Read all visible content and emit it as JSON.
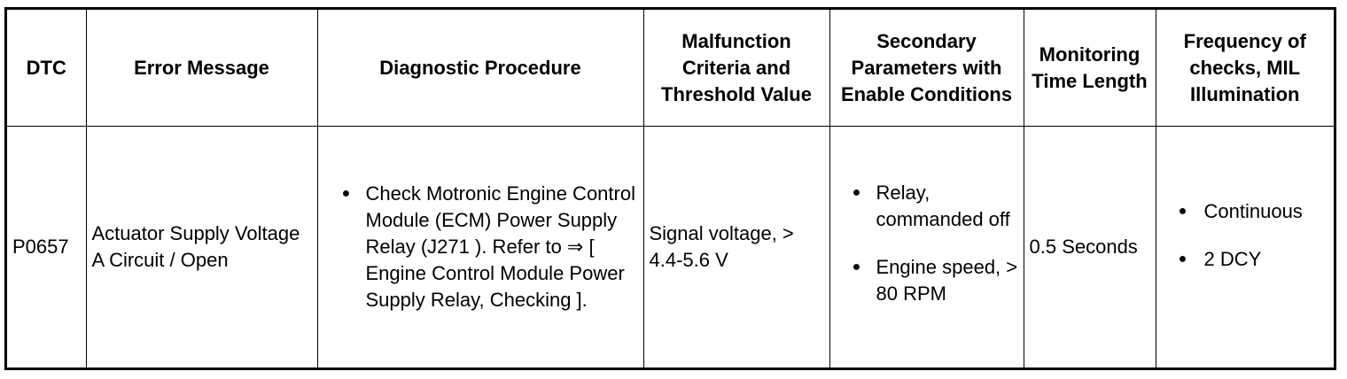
{
  "headers": {
    "dtc": "DTC",
    "error_message": "Error Message",
    "diagnostic_procedure": "Diagnostic Procedure",
    "malfunction_criteria": "Malfunction Criteria and Threshold Value",
    "secondary_parameters": "Secondary Parameters with Enable Conditions",
    "monitoring_time": "Monitoring Time Length",
    "frequency": "Frequency of checks, MIL Illumination"
  },
  "row": {
    "dtc": "P0657",
    "error_message": "Actuator Supply Voltage A Circuit / Open",
    "diagnostic_procedure": [
      "Check Motronic Engine Control Module (ECM) Power Supply Relay (J271 ). Refer to ⇒ [ Engine Control Module Power Supply Relay, Checking ]."
    ],
    "malfunction_criteria": "Signal voltage, > 4.4-5.6 V",
    "secondary_parameters": [
      "Relay, commanded off",
      "Engine speed, > 80 RPM"
    ],
    "monitoring_time": "0.5 Seconds",
    "frequency": [
      "Continuous",
      "2 DCY"
    ]
  },
  "bullet_glyph": "●"
}
